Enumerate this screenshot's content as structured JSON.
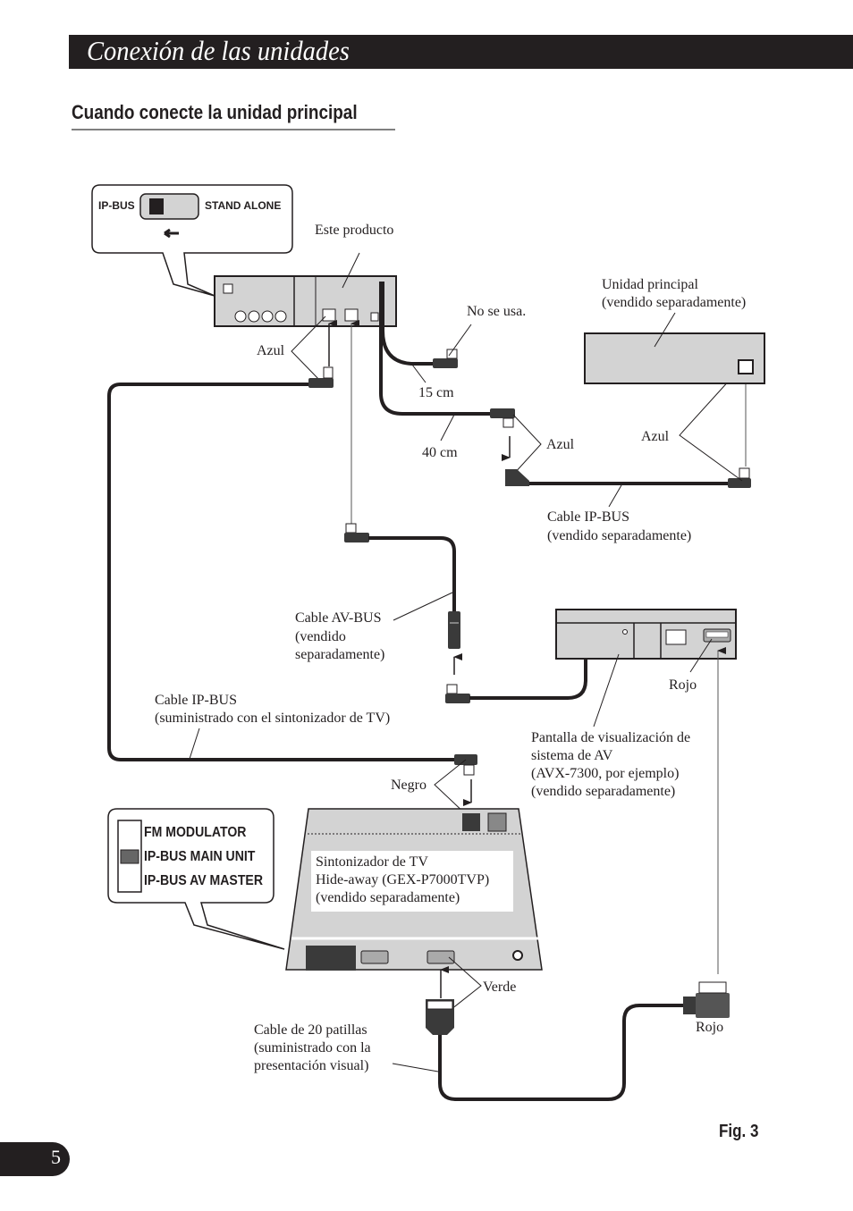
{
  "header": {
    "title": "Conexión de las unidades",
    "section_title": "Cuando conecte la unidad principal"
  },
  "switch_callout": {
    "left_label": "IP-BUS",
    "right_label": "STAND ALONE",
    "direction": "left-arrow-icon"
  },
  "mode_callout": {
    "options": [
      "FM MODULATOR",
      "IP-BUS MAIN UNIT",
      "IP-BUS AV MASTER"
    ],
    "selected": "IP-BUS MAIN UNIT"
  },
  "labels": {
    "este_producto": "Este producto",
    "no_se_usa": "No se usa.",
    "unidad_principal_1": "Unidad principal",
    "unidad_principal_2": "(vendido separadamente)",
    "azul_left": "Azul",
    "len_15": "15 cm",
    "len_40": "40 cm",
    "azul_mid": "Azul",
    "azul_right": "Azul",
    "cable_ipbus_sep_1": "Cable IP-BUS",
    "cable_ipbus_sep_2": "(vendido separadamente)",
    "cable_avbus_1": "Cable AV-BUS",
    "cable_avbus_2": "(vendido",
    "cable_avbus_3": "separadamente)",
    "rojo_top": "Rojo",
    "cable_ipbus_tv_1": "Cable IP-BUS",
    "cable_ipbus_tv_2": "(suministrado con el sintonizador de TV)",
    "pantalla_1": "Pantalla de visualización de",
    "pantalla_2": "sistema de AV",
    "pantalla_3": "(AVX-7300, por ejemplo)",
    "pantalla_4": "(vendido separadamente)",
    "negro": "Negro",
    "tuner_1": "Sintonizador de TV",
    "tuner_2": "Hide-away (GEX-P7000TVP)",
    "tuner_3": "(vendido separadamente)",
    "verde": "Verde",
    "cable20_1": "Cable de 20 patillas",
    "cable20_2": "(suministrado con la",
    "cable20_3": "presentación visual)",
    "rojo_bottom": "Rojo"
  },
  "figure_label": "Fig. 3",
  "page_number": "5"
}
